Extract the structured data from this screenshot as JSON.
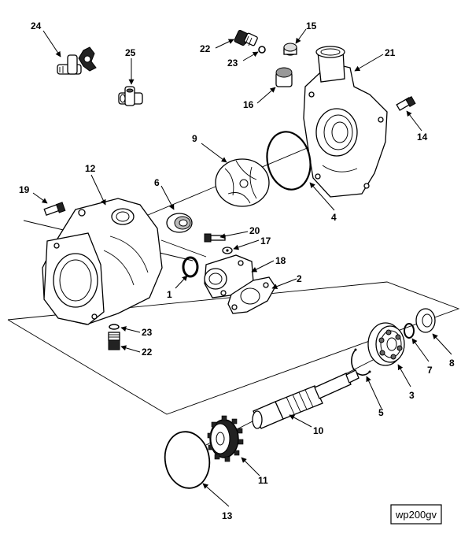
{
  "figure": {
    "id_label": "wp200gv",
    "callouts": {
      "c24": "24",
      "c25": "25",
      "c22a": "22",
      "c23a": "23",
      "c15": "15",
      "c21": "21",
      "c16": "16",
      "c14": "14",
      "c9": "9",
      "c4": "4",
      "c12": "12",
      "c19": "19",
      "c6": "6",
      "c20": "20",
      "c17": "17",
      "c18": "18",
      "c2": "2",
      "c1": "1",
      "c23b": "23",
      "c22b": "22",
      "c8": "8",
      "c7": "7",
      "c3": "3",
      "c5": "5",
      "c10": "10",
      "c11": "11",
      "c13": "13"
    }
  }
}
